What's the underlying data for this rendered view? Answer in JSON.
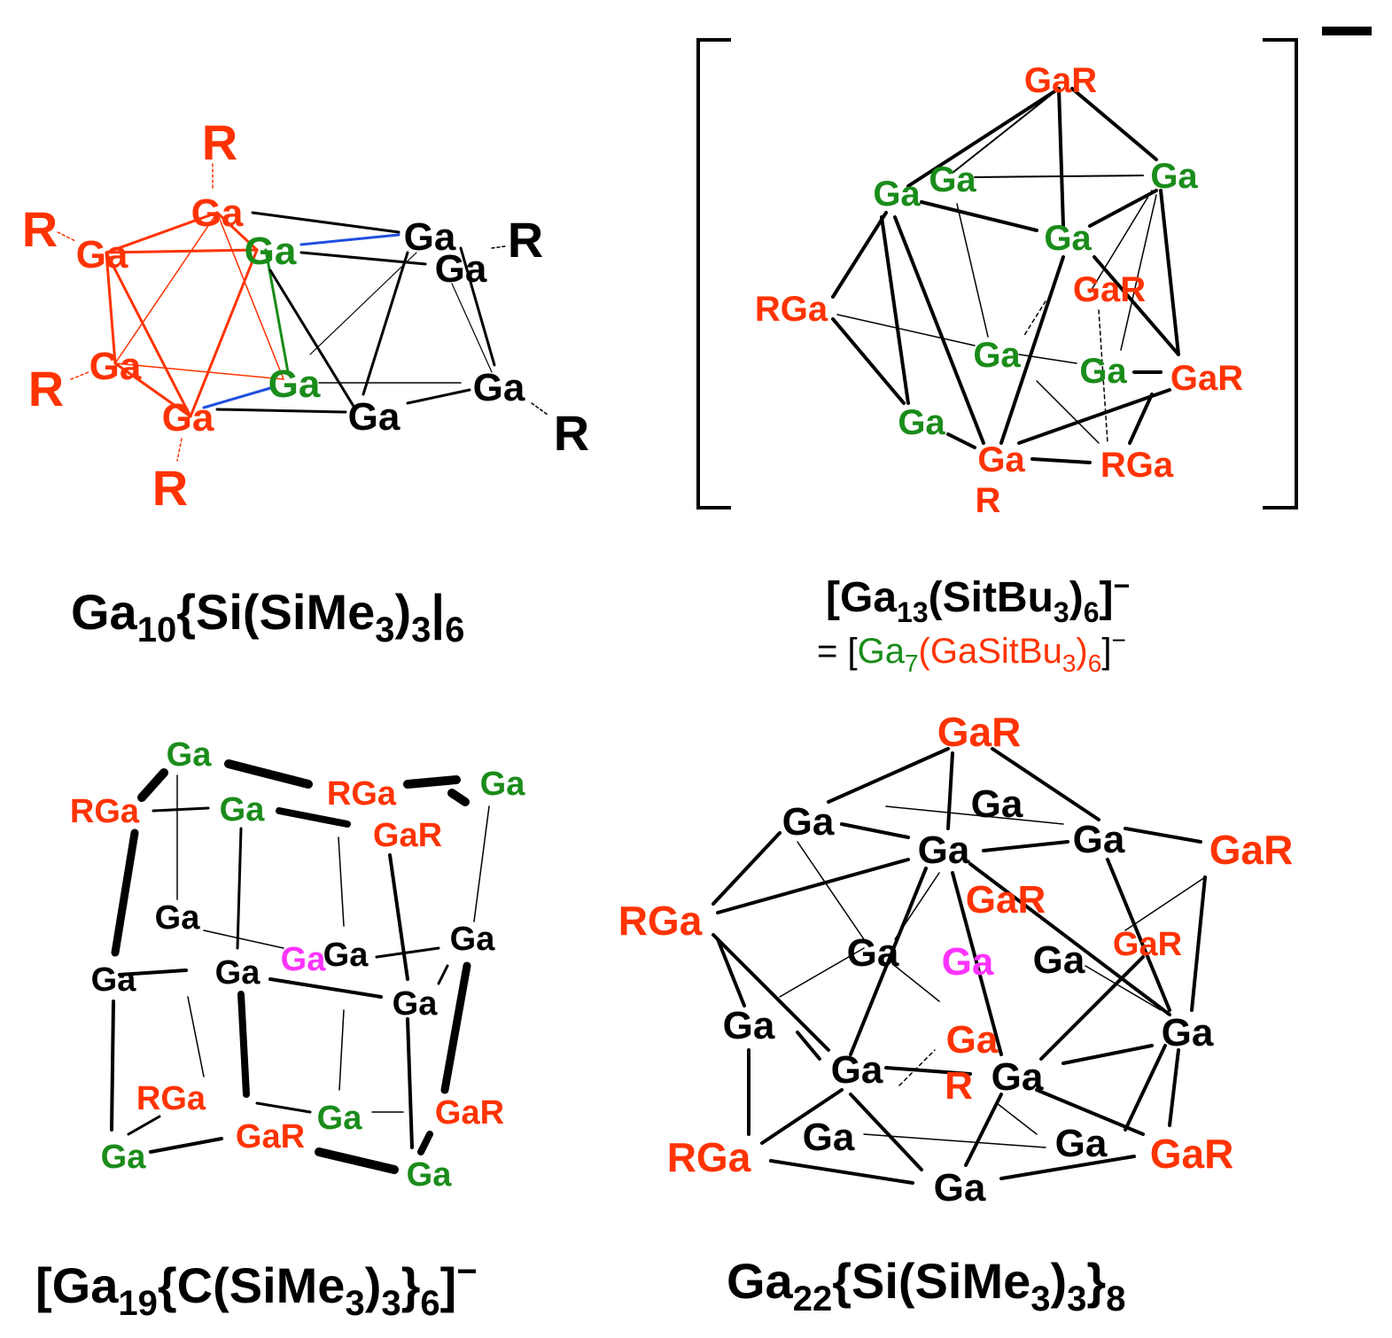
{
  "colors": {
    "black": "#000000",
    "red": "#ff3300",
    "green": "#1a8c1a",
    "magenta": "#ff33ff",
    "blue": "#1f4fe0"
  },
  "panels": {
    "tl": {
      "labels": {
        "R_top": "R",
        "Ga_top": "Ga",
        "R_left": "R",
        "Ga_left": "Ga",
        "Ga_green_up": "Ga",
        "Ga_black_a": "Ga",
        "Ga_black_b": "Ga",
        "R_right": "R",
        "Ga_red_mid": "Ga",
        "R_mid": "R",
        "Ga_green_low": "Ga",
        "Ga_black_c": "Ga",
        "Ga_black_d": "Ga",
        "R_lowright": "R",
        "Ga_red_low": "Ga",
        "R_bottom": "R"
      },
      "caption": {
        "main": "Ga",
        "sub1": "10",
        "main2": "{Si(SiMe",
        "sub2": "3",
        "main3": ")",
        "sub3": "3",
        "main4": "|",
        "sub4": "6"
      }
    },
    "tr": {
      "charge": "−",
      "labels": {
        "GaR_top": "GaR",
        "Ga_g1": "Ga",
        "Ga_g2": "Ga",
        "Ga_g3": "Ga",
        "Ga_g4": "Ga",
        "GaR_mid": "GaR",
        "RGa_left": "RGa",
        "Ga_g5": "Ga",
        "Ga_g6": "Ga",
        "GaR_right": "GaR",
        "Ga_g7": "Ga",
        "Ga_bot": "Ga",
        "R_bot": "R",
        "RGa_bot": "RGa"
      },
      "caption": {
        "line1": {
          "open": "[Ga",
          "s1": "13",
          "mid": "(SitBu",
          "s2": "3",
          "mid2": ")",
          "s3": "6",
          "close": "]",
          "charge": "−"
        },
        "line2": {
          "eq": "= [",
          "ga": "Ga",
          "s1": "7",
          "red1": "(GaSitBu",
          "s2": "3",
          "red2": ")",
          "s3": "6",
          "close": "]",
          "charge": "−"
        }
      }
    },
    "bl": {
      "labels": {
        "Ga_g_top": "Ga",
        "RGa_r1": "RGa",
        "Ga_g_tr": "Ga",
        "RGa_left": "RGa",
        "Ga_g_2": "Ga",
        "GaR_r1": "GaR",
        "Ga_b1": "Ga",
        "Ga_b2": "Ga",
        "Ga_mag": "Ga",
        "Ga_b3": "Ga",
        "Ga_b4": "Ga",
        "Ga_b5": "Ga",
        "RGa_low": "RGa",
        "Ga_g_low": "Ga",
        "GaR_low_r": "GaR",
        "Ga_g_bl": "Ga",
        "GaR_low": "GaR",
        "Ga_g_br": "Ga"
      },
      "caption": {
        "open": "[Ga",
        "s1": "19",
        "mid": "{C(SiMe",
        "s2": "3",
        "mid2": ")",
        "s3": "3",
        "mid3": "}",
        "s4": "6",
        "close": "]",
        "charge": "−"
      }
    },
    "br": {
      "labels": {
        "GaR_top": "GaR",
        "Ga_1": "Ga",
        "Ga_2": "Ga",
        "Ga_3": "Ga",
        "Ga_4": "Ga",
        "GaR_right": "GaR",
        "RGa_left": "RGa",
        "GaR_mid": "GaR",
        "GaR_mid2": "GaR",
        "Ga_5": "Ga",
        "Ga_mag": "Ga",
        "Ga_6": "Ga",
        "Ga_7": "Ga",
        "Ga_8": "Ga",
        "Ga_r": "Ga",
        "R_mid": "R",
        "Ga_9": "Ga",
        "Ga_10": "Ga",
        "Ga_11": "Ga",
        "Ga_12": "Ga",
        "RGa_low": "RGa",
        "GaR_low": "GaR",
        "Ga_bot": "Ga"
      },
      "caption": {
        "main": "Ga",
        "s1": "22",
        "mid": "{Si(SiMe",
        "s2": "3",
        "mid2": ")",
        "s3": "3",
        "mid3": "}",
        "s4": "8"
      }
    }
  }
}
